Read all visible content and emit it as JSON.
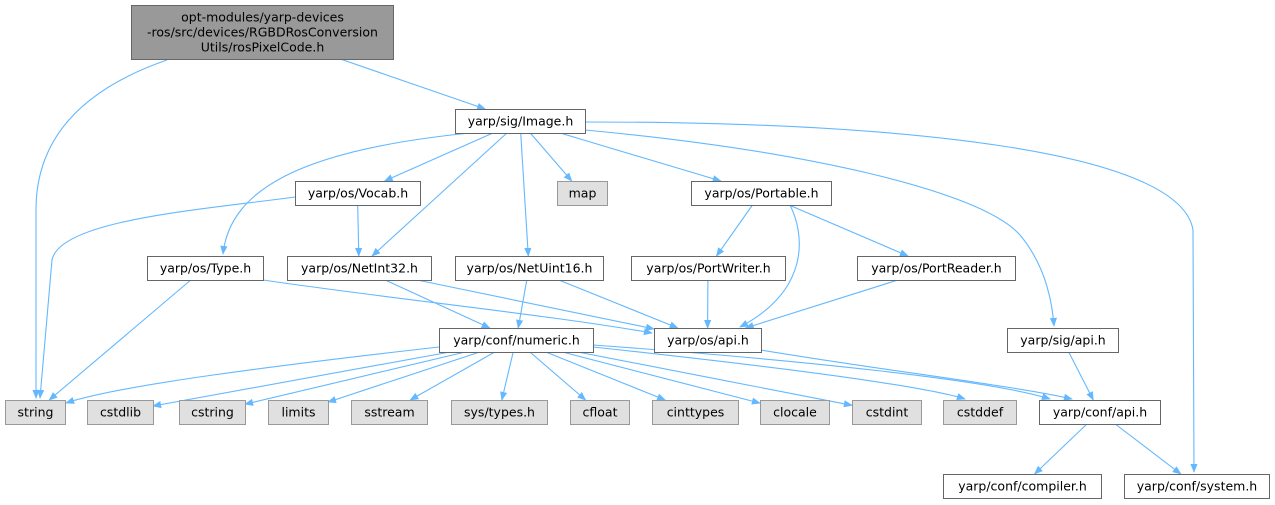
{
  "diagram": {
    "type": "include-dependency-graph",
    "colors": {
      "edge": "#63b8ff",
      "root_fill": "#999999",
      "root_border": "#666666",
      "node_fill": "#ffffff",
      "node_border": "#666666",
      "external_fill": "#e0e0e0",
      "external_border": "#999999"
    },
    "nodes": [
      {
        "id": "root",
        "kind": "root",
        "lines": [
          "opt-modules/yarp-devices",
          "-ros/src/devices/RGBDRosConversion",
          "Utils/rosPixelCode.h"
        ]
      },
      {
        "id": "image",
        "kind": "file",
        "lines": [
          "yarp/sig/Image.h"
        ]
      },
      {
        "id": "string",
        "kind": "external",
        "lines": [
          "string"
        ]
      },
      {
        "id": "vocab",
        "kind": "file",
        "lines": [
          "yarp/os/Vocab.h"
        ]
      },
      {
        "id": "map",
        "kind": "external",
        "lines": [
          "map"
        ]
      },
      {
        "id": "portable",
        "kind": "file",
        "lines": [
          "yarp/os/Portable.h"
        ]
      },
      {
        "id": "type",
        "kind": "file",
        "lines": [
          "yarp/os/Type.h"
        ]
      },
      {
        "id": "netint32",
        "kind": "file",
        "lines": [
          "yarp/os/NetInt32.h"
        ]
      },
      {
        "id": "netuint16",
        "kind": "file",
        "lines": [
          "yarp/os/NetUint16.h"
        ]
      },
      {
        "id": "portwriter",
        "kind": "file",
        "lines": [
          "yarp/os/PortWriter.h"
        ]
      },
      {
        "id": "portreader",
        "kind": "file",
        "lines": [
          "yarp/os/PortReader.h"
        ]
      },
      {
        "id": "numeric",
        "kind": "file",
        "lines": [
          "yarp/conf/numeric.h"
        ]
      },
      {
        "id": "osapi",
        "kind": "file",
        "lines": [
          "yarp/os/api.h"
        ]
      },
      {
        "id": "sigapi",
        "kind": "file",
        "lines": [
          "yarp/sig/api.h"
        ]
      },
      {
        "id": "cstdlib",
        "kind": "external",
        "lines": [
          "cstdlib"
        ]
      },
      {
        "id": "cstring",
        "kind": "external",
        "lines": [
          "cstring"
        ]
      },
      {
        "id": "limits",
        "kind": "external",
        "lines": [
          "limits"
        ]
      },
      {
        "id": "sstream",
        "kind": "external",
        "lines": [
          "sstream"
        ]
      },
      {
        "id": "systypes",
        "kind": "external",
        "lines": [
          "sys/types.h"
        ]
      },
      {
        "id": "cfloat",
        "kind": "external",
        "lines": [
          "cfloat"
        ]
      },
      {
        "id": "cinttypes",
        "kind": "external",
        "lines": [
          "cinttypes"
        ]
      },
      {
        "id": "clocale",
        "kind": "external",
        "lines": [
          "clocale"
        ]
      },
      {
        "id": "cstdint",
        "kind": "external",
        "lines": [
          "cstdint"
        ]
      },
      {
        "id": "cstddef",
        "kind": "external",
        "lines": [
          "cstddef"
        ]
      },
      {
        "id": "confapi",
        "kind": "file",
        "lines": [
          "yarp/conf/api.h"
        ]
      },
      {
        "id": "compiler",
        "kind": "file",
        "lines": [
          "yarp/conf/compiler.h"
        ]
      },
      {
        "id": "system",
        "kind": "file",
        "lines": [
          "yarp/conf/system.h"
        ]
      }
    ],
    "edges": [
      {
        "from": "root",
        "to": "string"
      },
      {
        "from": "root",
        "to": "image"
      },
      {
        "from": "image",
        "to": "type"
      },
      {
        "from": "image",
        "to": "vocab"
      },
      {
        "from": "image",
        "to": "netint32"
      },
      {
        "from": "image",
        "to": "netuint16"
      },
      {
        "from": "image",
        "to": "map"
      },
      {
        "from": "image",
        "to": "portable"
      },
      {
        "from": "image",
        "to": "sigapi"
      },
      {
        "from": "image",
        "to": "system"
      },
      {
        "from": "vocab",
        "to": "string"
      },
      {
        "from": "vocab",
        "to": "netint32"
      },
      {
        "from": "portable",
        "to": "portwriter"
      },
      {
        "from": "portable",
        "to": "portreader"
      },
      {
        "from": "portable",
        "to": "osapi"
      },
      {
        "from": "type",
        "to": "string"
      },
      {
        "from": "type",
        "to": "osapi"
      },
      {
        "from": "netint32",
        "to": "numeric"
      },
      {
        "from": "netint32",
        "to": "osapi"
      },
      {
        "from": "netuint16",
        "to": "numeric"
      },
      {
        "from": "netuint16",
        "to": "osapi"
      },
      {
        "from": "portwriter",
        "to": "osapi"
      },
      {
        "from": "portreader",
        "to": "osapi"
      },
      {
        "from": "numeric",
        "to": "string"
      },
      {
        "from": "numeric",
        "to": "cstdlib"
      },
      {
        "from": "numeric",
        "to": "cstring"
      },
      {
        "from": "numeric",
        "to": "limits"
      },
      {
        "from": "numeric",
        "to": "sstream"
      },
      {
        "from": "numeric",
        "to": "systypes"
      },
      {
        "from": "numeric",
        "to": "cfloat"
      },
      {
        "from": "numeric",
        "to": "cinttypes"
      },
      {
        "from": "numeric",
        "to": "clocale"
      },
      {
        "from": "numeric",
        "to": "cstdint"
      },
      {
        "from": "numeric",
        "to": "cstddef"
      },
      {
        "from": "numeric",
        "to": "confapi"
      },
      {
        "from": "osapi",
        "to": "confapi"
      },
      {
        "from": "sigapi",
        "to": "confapi"
      },
      {
        "from": "confapi",
        "to": "compiler"
      },
      {
        "from": "confapi",
        "to": "system"
      }
    ]
  }
}
